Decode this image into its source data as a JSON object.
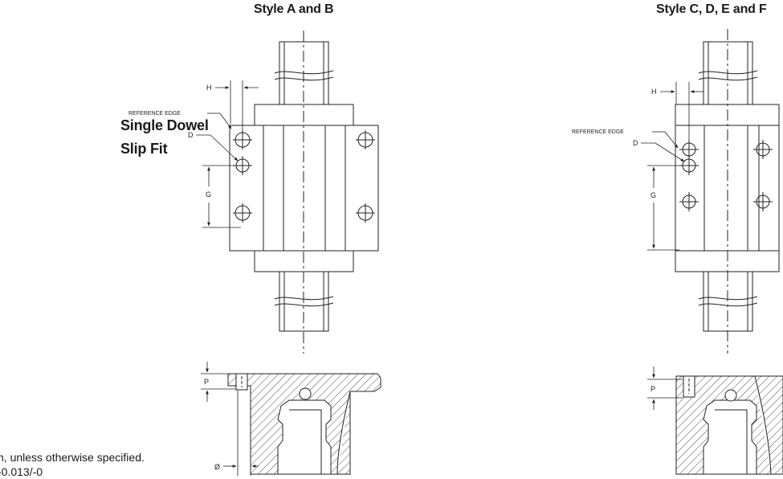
{
  "headings": {
    "left": "Style A and B",
    "right": "Style C, D, E and F"
  },
  "side_labels": {
    "line1": "Single Dowel",
    "line2": "Slip Fit"
  },
  "notes": {
    "line1": "n, unless otherwise specified.",
    "line2": "-0.013/-0"
  },
  "dimension_labels": {
    "h": "H",
    "d": "D",
    "g": "G",
    "p": "P",
    "dia": "Ø",
    "reference_edge": "REFERENCE EDGE"
  },
  "colors": {
    "line": "#222222",
    "text": "#1a1a1a"
  }
}
